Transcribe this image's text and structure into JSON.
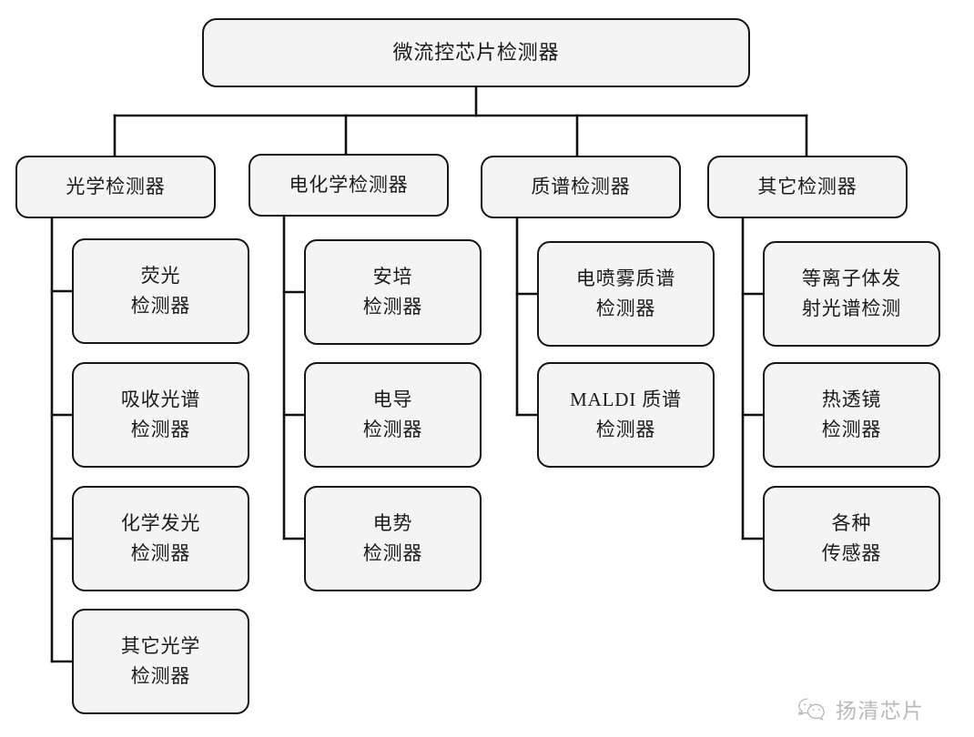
{
  "diagram": {
    "type": "tree-hierarchy",
    "title": "微流控芯片检测器",
    "root": {
      "label": "微流控芯片检测器",
      "lines": [
        "微流控芯片检测器"
      ]
    },
    "branches": [
      {
        "label": "光学检测器",
        "lines": [
          "光学检测器"
        ],
        "children": [
          {
            "label": "荧光检测器",
            "lines": [
              "荧光",
              "检测器"
            ]
          },
          {
            "label": "吸收光谱检测器",
            "lines": [
              "吸收光谱",
              "检测器"
            ]
          },
          {
            "label": "化学发光检测器",
            "lines": [
              "化学发光",
              "检测器"
            ]
          },
          {
            "label": "其它光学检测器",
            "lines": [
              "其它光学",
              "检测器"
            ]
          }
        ]
      },
      {
        "label": "电化学检测器",
        "lines": [
          "电化学检测器"
        ],
        "children": [
          {
            "label": "安培检测器",
            "lines": [
              "安培",
              "检测器"
            ]
          },
          {
            "label": "电导检测器",
            "lines": [
              "电导",
              "检测器"
            ]
          },
          {
            "label": "电势检测器",
            "lines": [
              "电势",
              "检测器"
            ]
          }
        ]
      },
      {
        "label": "质谱检测器",
        "lines": [
          "质谱检测器"
        ],
        "children": [
          {
            "label": "电喷雾质谱检测器",
            "lines": [
              "电喷雾质谱",
              "检测器"
            ]
          },
          {
            "label": "MALDI 质谱检测器",
            "lines": [
              "MALDI 质谱",
              "检测器"
            ]
          }
        ]
      },
      {
        "label": "其它检测器",
        "lines": [
          "其它检测器"
        ],
        "children": [
          {
            "label": "等离子体发射光谱检测",
            "lines": [
              "等离子体发",
              "射光谱检测"
            ]
          },
          {
            "label": "热透镜检测器",
            "lines": [
              "热透镜",
              "检测器"
            ]
          },
          {
            "label": "各种传感器",
            "lines": [
              "各种",
              "传感器"
            ]
          }
        ]
      }
    ]
  },
  "watermark": {
    "text": "扬清芯片",
    "icon": "wechat-icon"
  },
  "colors": {
    "background": "#ffffff",
    "node_fill": "#f4f4f4",
    "node_border": "#161616",
    "connector": "#111111",
    "text": "#1b1b1b",
    "watermark": "#5a5a5a"
  }
}
